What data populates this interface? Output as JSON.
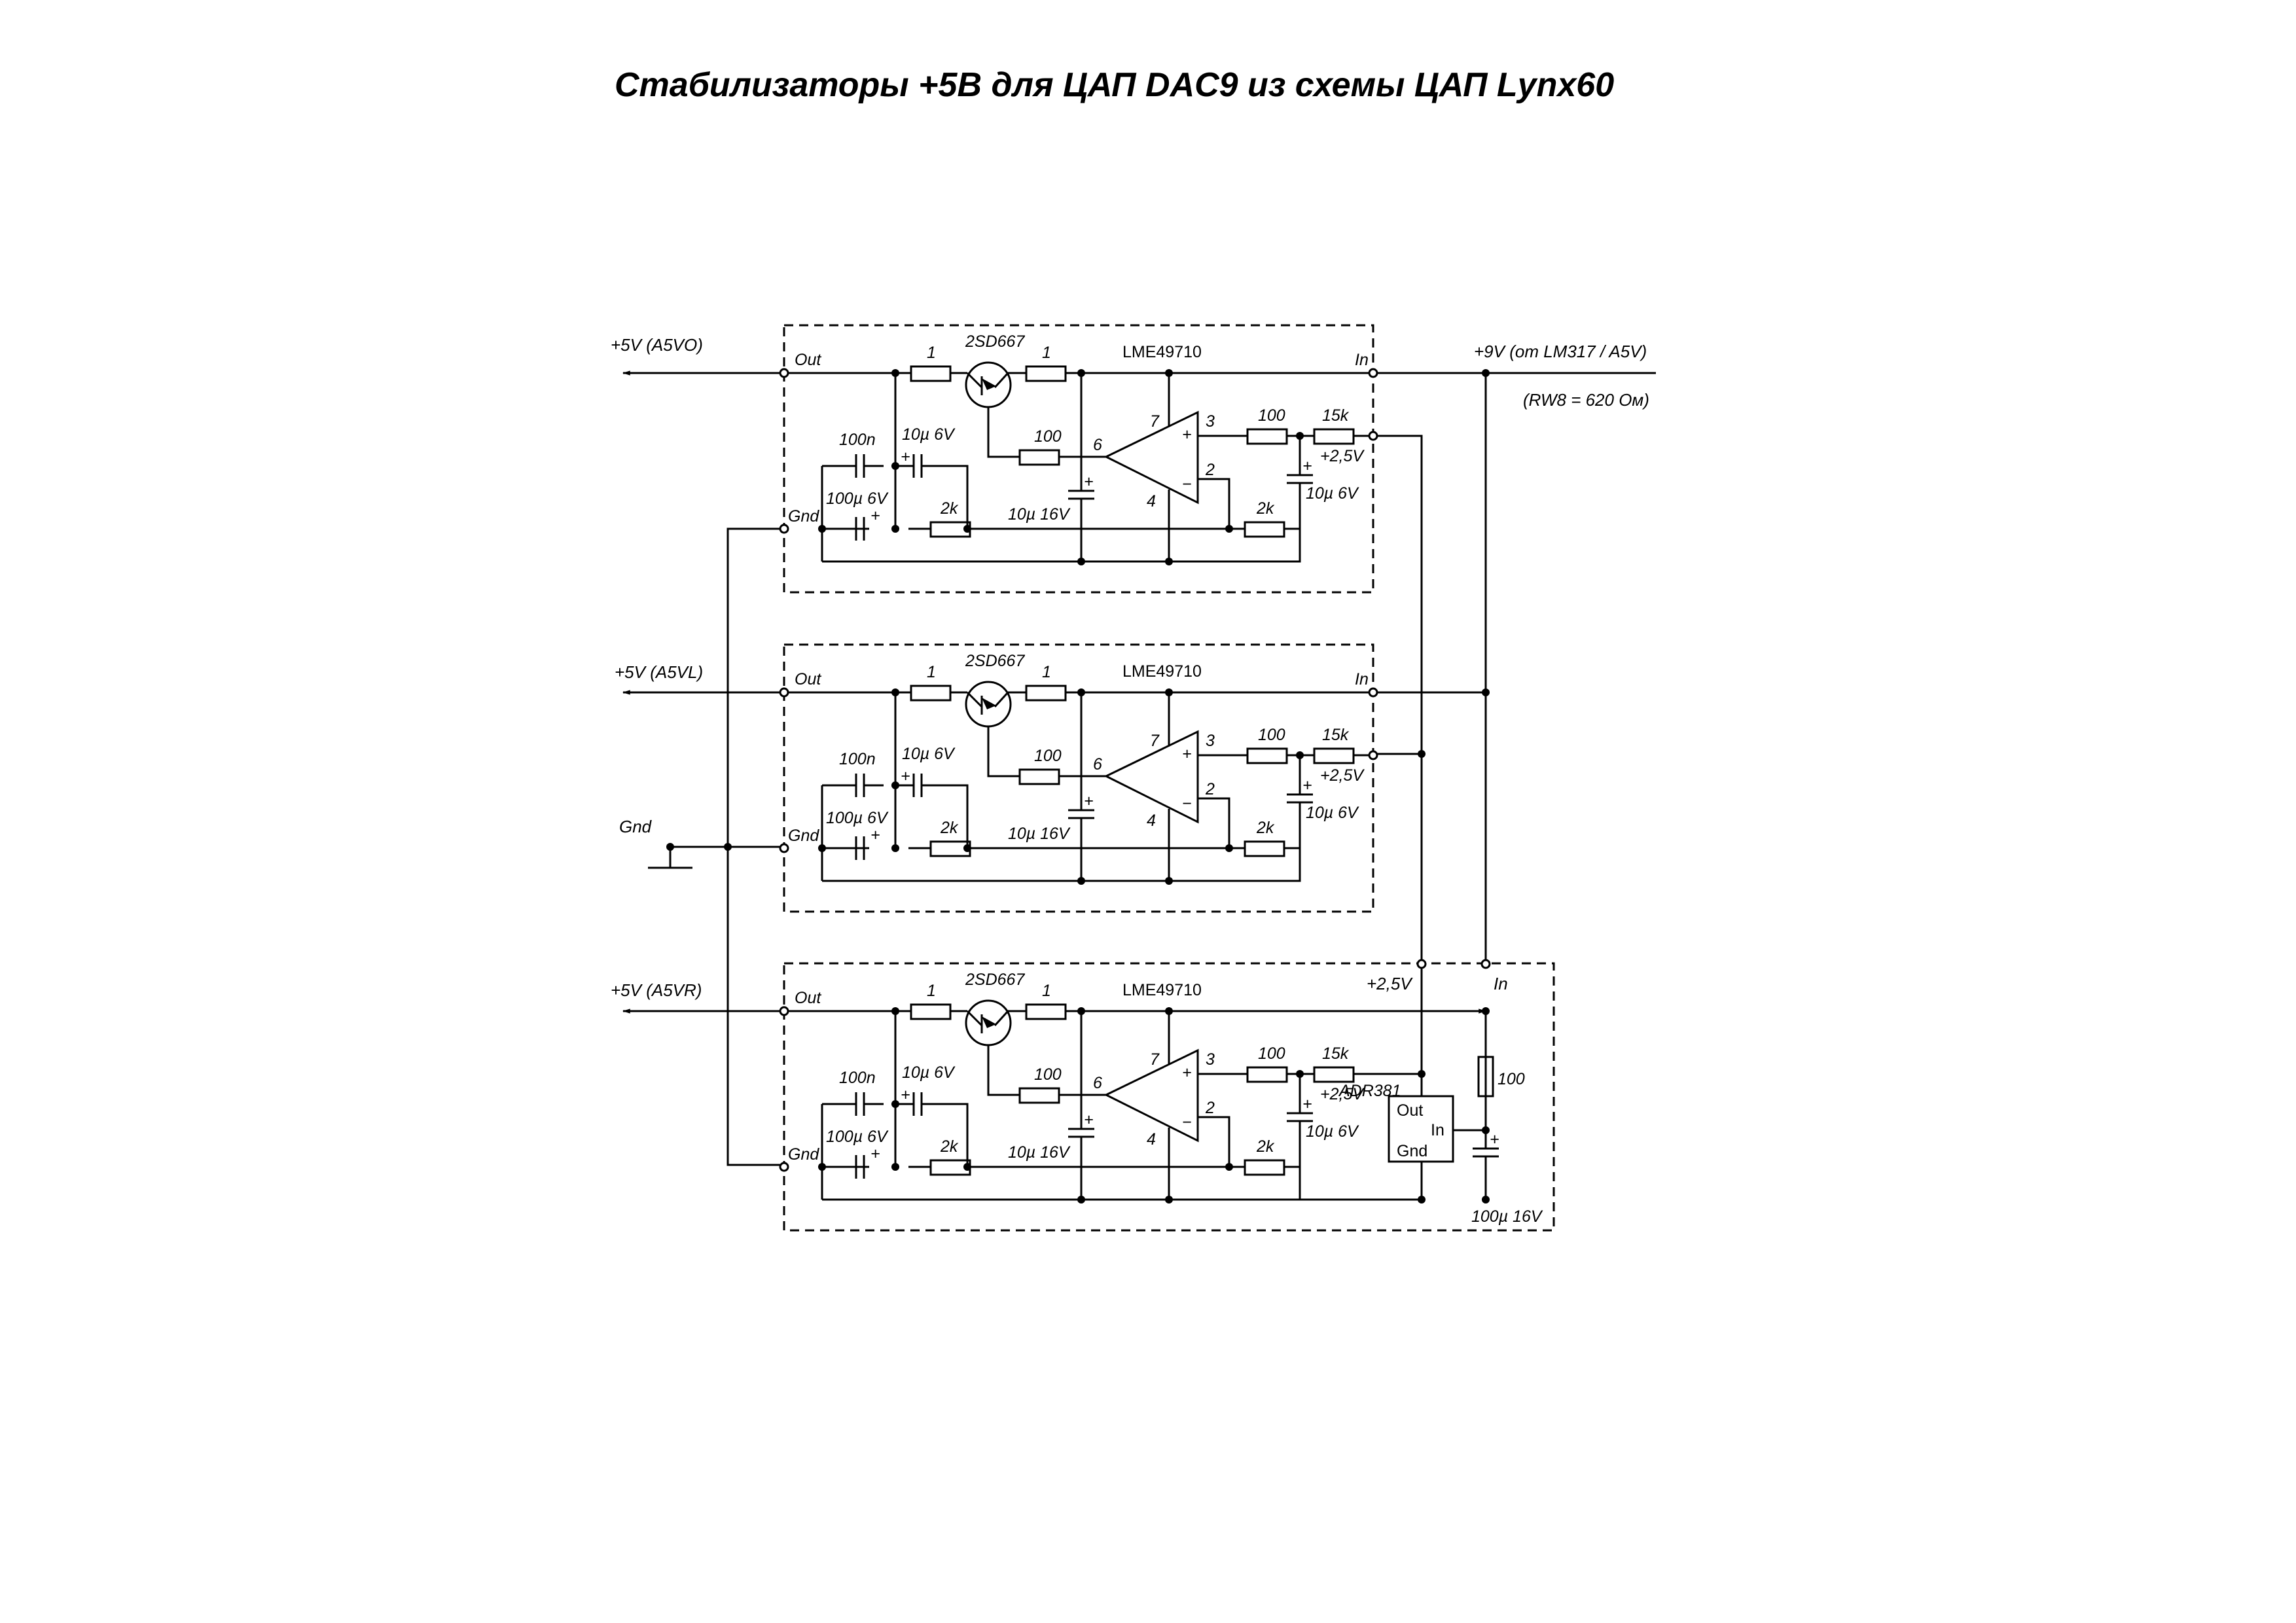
{
  "title": "Стабилизаторы +5В для ЦАП DAC9 из схемы ЦАП Lynx60",
  "supply": {
    "input_label": "+9V (от LM317 / A5V)",
    "input_note": "(RW8 = 620 Ом)",
    "ground_label": "Gnd"
  },
  "blocks": [
    {
      "output_label": "+5V (A5VO)",
      "out_pin": "Out",
      "gnd_pin": "Gnd",
      "in_pin": "In",
      "transistor": "2SD667",
      "opamp": "LME49710",
      "r1": "1",
      "r2": "1",
      "r_base": "100",
      "r_in": "100",
      "r_div": "15k",
      "r_fb": "2k",
      "r_gnd": "2k",
      "c_100n": "100n",
      "c_10u6_top": "10µ 6V",
      "c_100u": "100µ 6V",
      "c_10u16": "10µ 16V",
      "c_10u6_ref": "10µ 6V",
      "ref_label": "+2,5V",
      "pin6": "6",
      "pin7": "7",
      "pin3": "3",
      "pin2": "2",
      "pin4": "4",
      "plus": "+",
      "minus": "−"
    },
    {
      "output_label": "+5V (A5VL)",
      "out_pin": "Out",
      "gnd_pin": "Gnd",
      "in_pin": "In",
      "transistor": "2SD667",
      "opamp": "LME49710",
      "r1": "1",
      "r2": "1",
      "r_base": "100",
      "r_in": "100",
      "r_div": "15k",
      "r_fb": "2k",
      "r_gnd": "2k",
      "c_100n": "100n",
      "c_10u6_top": "10µ 6V",
      "c_100u": "100µ 6V",
      "c_10u16": "10µ 16V",
      "c_10u6_ref": "10µ 6V",
      "ref_label": "+2,5V",
      "pin6": "6",
      "pin7": "7",
      "pin3": "3",
      "pin2": "2",
      "pin4": "4",
      "plus": "+",
      "minus": "−"
    },
    {
      "output_label": "+5V (A5VR)",
      "out_pin": "Out",
      "gnd_pin": "Gnd",
      "in_pin": "In",
      "transistor": "2SD667",
      "opamp": "LME49710",
      "r1": "1",
      "r2": "1",
      "r_base": "100",
      "r_in": "100",
      "r_div": "15k",
      "r_fb": "2k",
      "r_gnd": "2k",
      "c_100n": "100n",
      "c_10u6_top": "10µ 6V",
      "c_100u": "100µ 6V",
      "c_10u16": "10µ 16V",
      "c_10u6_ref": "10µ 6V",
      "ref_label": "+2,5V",
      "pin6": "6",
      "pin7": "7",
      "pin3": "3",
      "pin2": "2",
      "pin4": "4",
      "plus": "+",
      "minus": "−"
    }
  ],
  "reference": {
    "chip": "ADR381",
    "out_pin": "Out",
    "in_pin": "In",
    "gnd_pin": "Gnd",
    "r_in": "100",
    "c_in": "100µ 16V",
    "c_plus": "+",
    "ref_out_label": "+2,5V",
    "in_label": "In"
  }
}
